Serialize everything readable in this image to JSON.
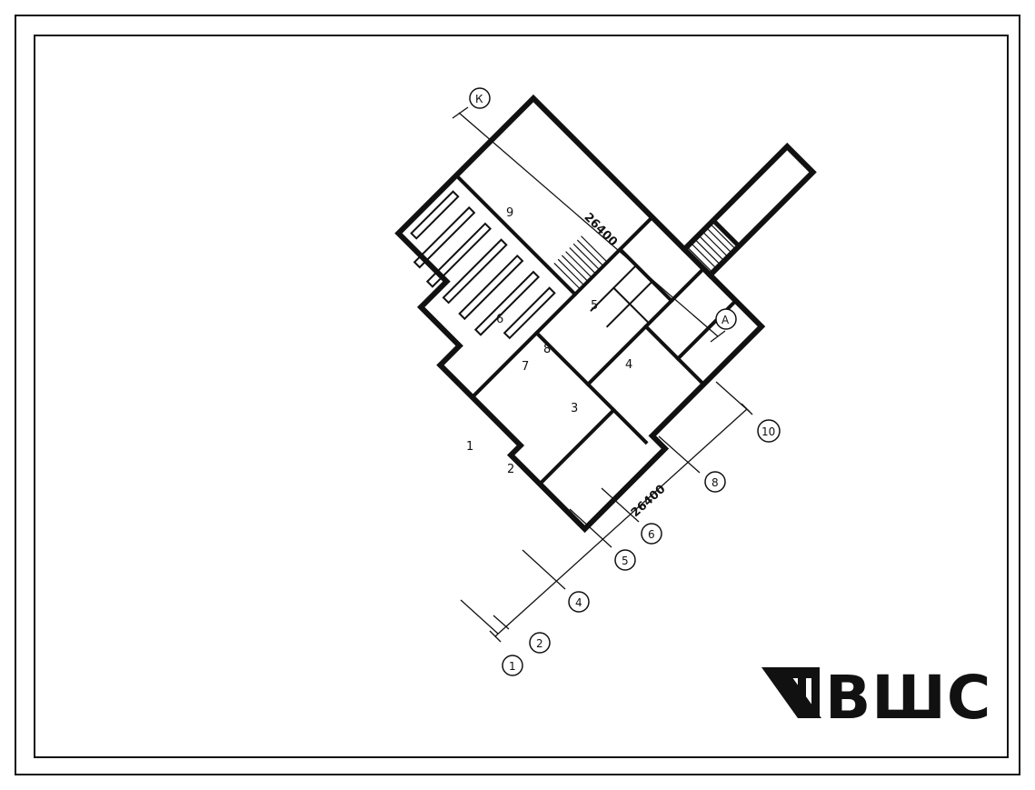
{
  "dimensions": {
    "top": "26400",
    "bottom": "26400"
  },
  "axes": {
    "top_start": "К",
    "top_end": "А",
    "bottom": [
      "1",
      "2",
      "4",
      "5",
      "6",
      "8",
      "10"
    ]
  },
  "rooms": [
    "1",
    "2",
    "3",
    "4",
    "5",
    "6",
    "7",
    "8",
    "9"
  ],
  "logo": {
    "text": "ВШС"
  },
  "colors": {
    "ink": "#111111",
    "paper": "#ffffff"
  }
}
